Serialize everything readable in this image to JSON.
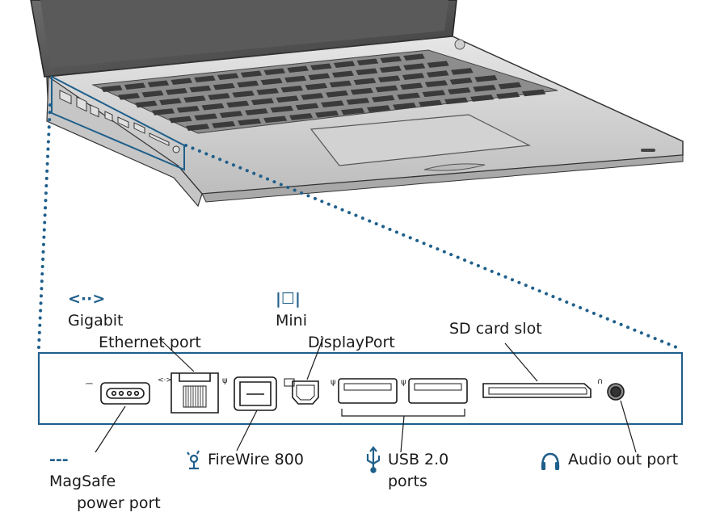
{
  "labels": {
    "gigabit": {
      "icon": "<··>",
      "line1": "Gigabit",
      "line2": "Ethernet port"
    },
    "mini_display": {
      "icon": "|☐|",
      "line1": "Mini",
      "line2": "DisplayPort"
    },
    "sd_card": {
      "text": "SD card slot"
    },
    "magsafe": {
      "icon": "---",
      "line1": "MagSafe",
      "line2": "power port"
    },
    "firewire": {
      "icon": "firewire",
      "text": "FireWire 800"
    },
    "usb": {
      "icon": "usb",
      "line1": "USB 2.0",
      "line2": "ports"
    },
    "audio": {
      "icon": "headphones",
      "text": "Audio out port"
    }
  },
  "colors": {
    "accent": "#1f5f8b",
    "outline": "#1a1a1a",
    "laptop_body": "#d9d9d9",
    "keys": "#3a3a3a"
  }
}
